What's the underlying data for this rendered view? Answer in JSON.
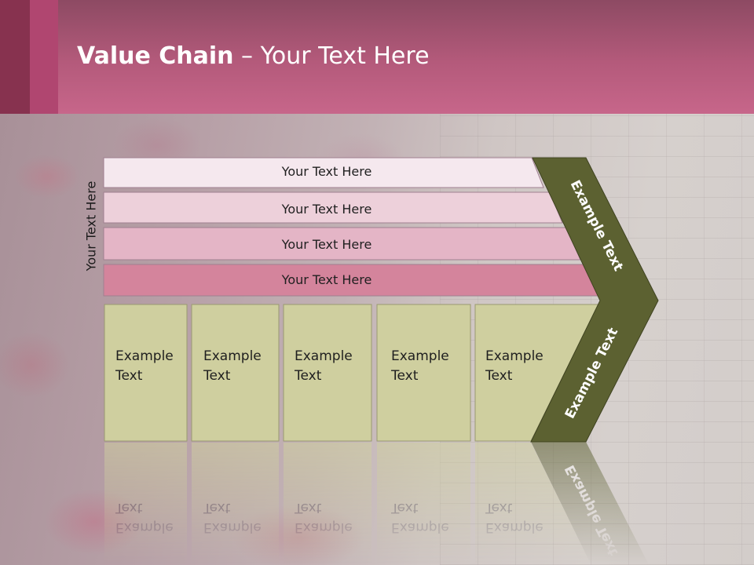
{
  "slide": {
    "title_bold": "Value Chain",
    "title_rest": " – Your Text Here",
    "side_label": "Your Text Here"
  },
  "rows": [
    {
      "label": "Your Text Here",
      "color": "#f5e8ee"
    },
    {
      "label": "Your Text Here",
      "color": "#edd0da"
    },
    {
      "label": "Your Text Here",
      "color": "#e4b5c6"
    },
    {
      "label": "Your Text Here",
      "color": "#d4849c"
    }
  ],
  "boxes": [
    {
      "line1": "Example",
      "line2": "Text"
    },
    {
      "line1": "Example",
      "line2": "Text"
    },
    {
      "line1": "Example",
      "line2": "Text"
    },
    {
      "line1": "Example",
      "line2": "Text"
    },
    {
      "line1": "Example",
      "line2": "Text"
    }
  ],
  "arrow_top_text": "Example Text",
  "arrow_bottom_text": "Example Text",
  "colors": {
    "header": "#b45a7b",
    "box_fill": "#cfcf9f",
    "arrow_fill": "#5c6131"
  }
}
